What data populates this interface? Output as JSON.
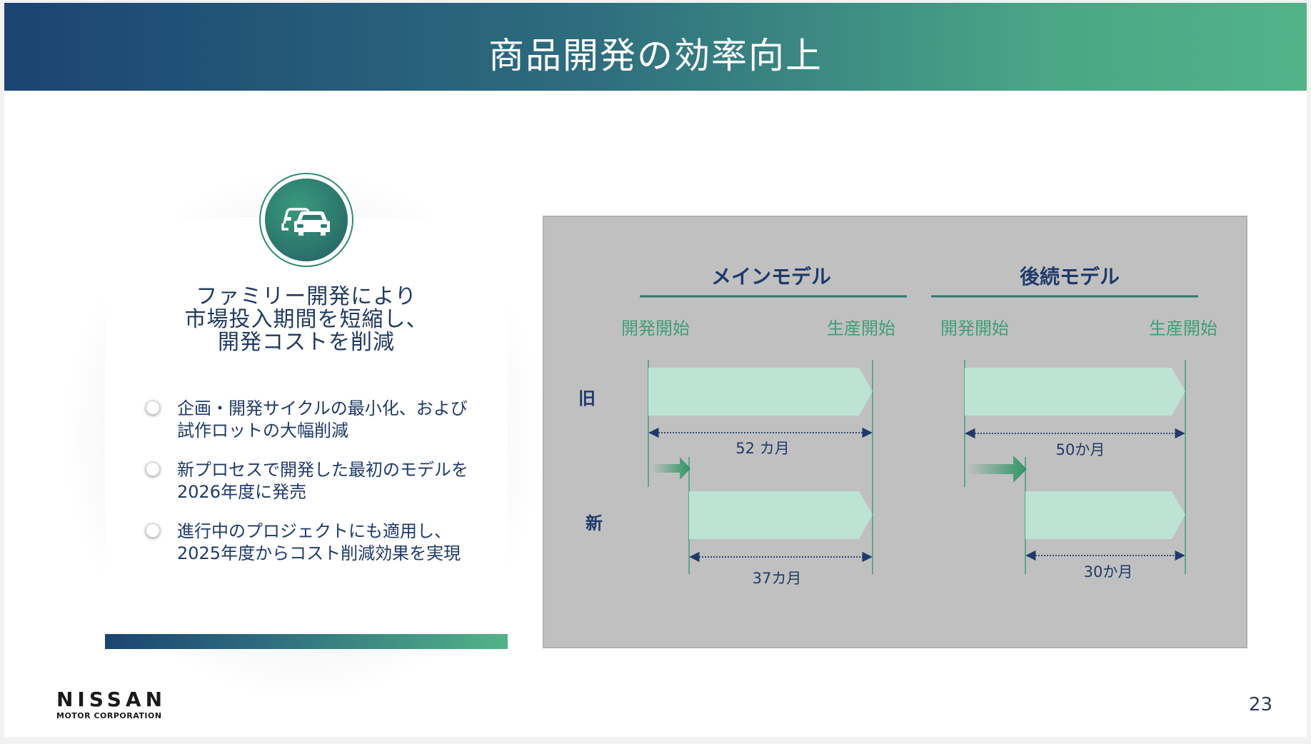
{
  "slide": {
    "title": "商品開発の効率向上",
    "page_number": "23"
  },
  "card": {
    "icon": "two-cars-icon",
    "heading": [
      "ファミリー開発により",
      "市場投入期間を短縮し、",
      "開発コストを削減"
    ],
    "bullets": [
      {
        "lines": [
          "企画・開発サイクルの最小化、および",
          "試作ロットの大幅削減"
        ]
      },
      {
        "lines": [
          "新プロセスで開発した最初のモデルを",
          "2026年度に発売"
        ]
      },
      {
        "lines": [
          "進行中のプロジェクトにも適用し、",
          "2025年度からコスト削減効果を実現"
        ]
      }
    ]
  },
  "diagram": {
    "main_model": {
      "title": "メインモデル",
      "start_label": "開発開始",
      "end_label": "生産開始",
      "old_duration": "52 カ月",
      "new_duration": "37カ月",
      "old_months": 52,
      "new_months": 37
    },
    "successor_model": {
      "title": "後続モデル",
      "start_label": "開発開始",
      "end_label": "生産開始",
      "old_duration": "50か月",
      "new_duration": "30か月",
      "old_months": 50,
      "new_months": 30
    },
    "row_old": "旧",
    "row_new": "新",
    "colors": {
      "bar_fill": "#bde3d4",
      "label_green": "#3f9d79",
      "navy": "#1f3a6a",
      "arrow_green": "#2e9466"
    }
  },
  "logo": {
    "main": "NISSAN",
    "sub": "MOTOR CORPORATION"
  }
}
